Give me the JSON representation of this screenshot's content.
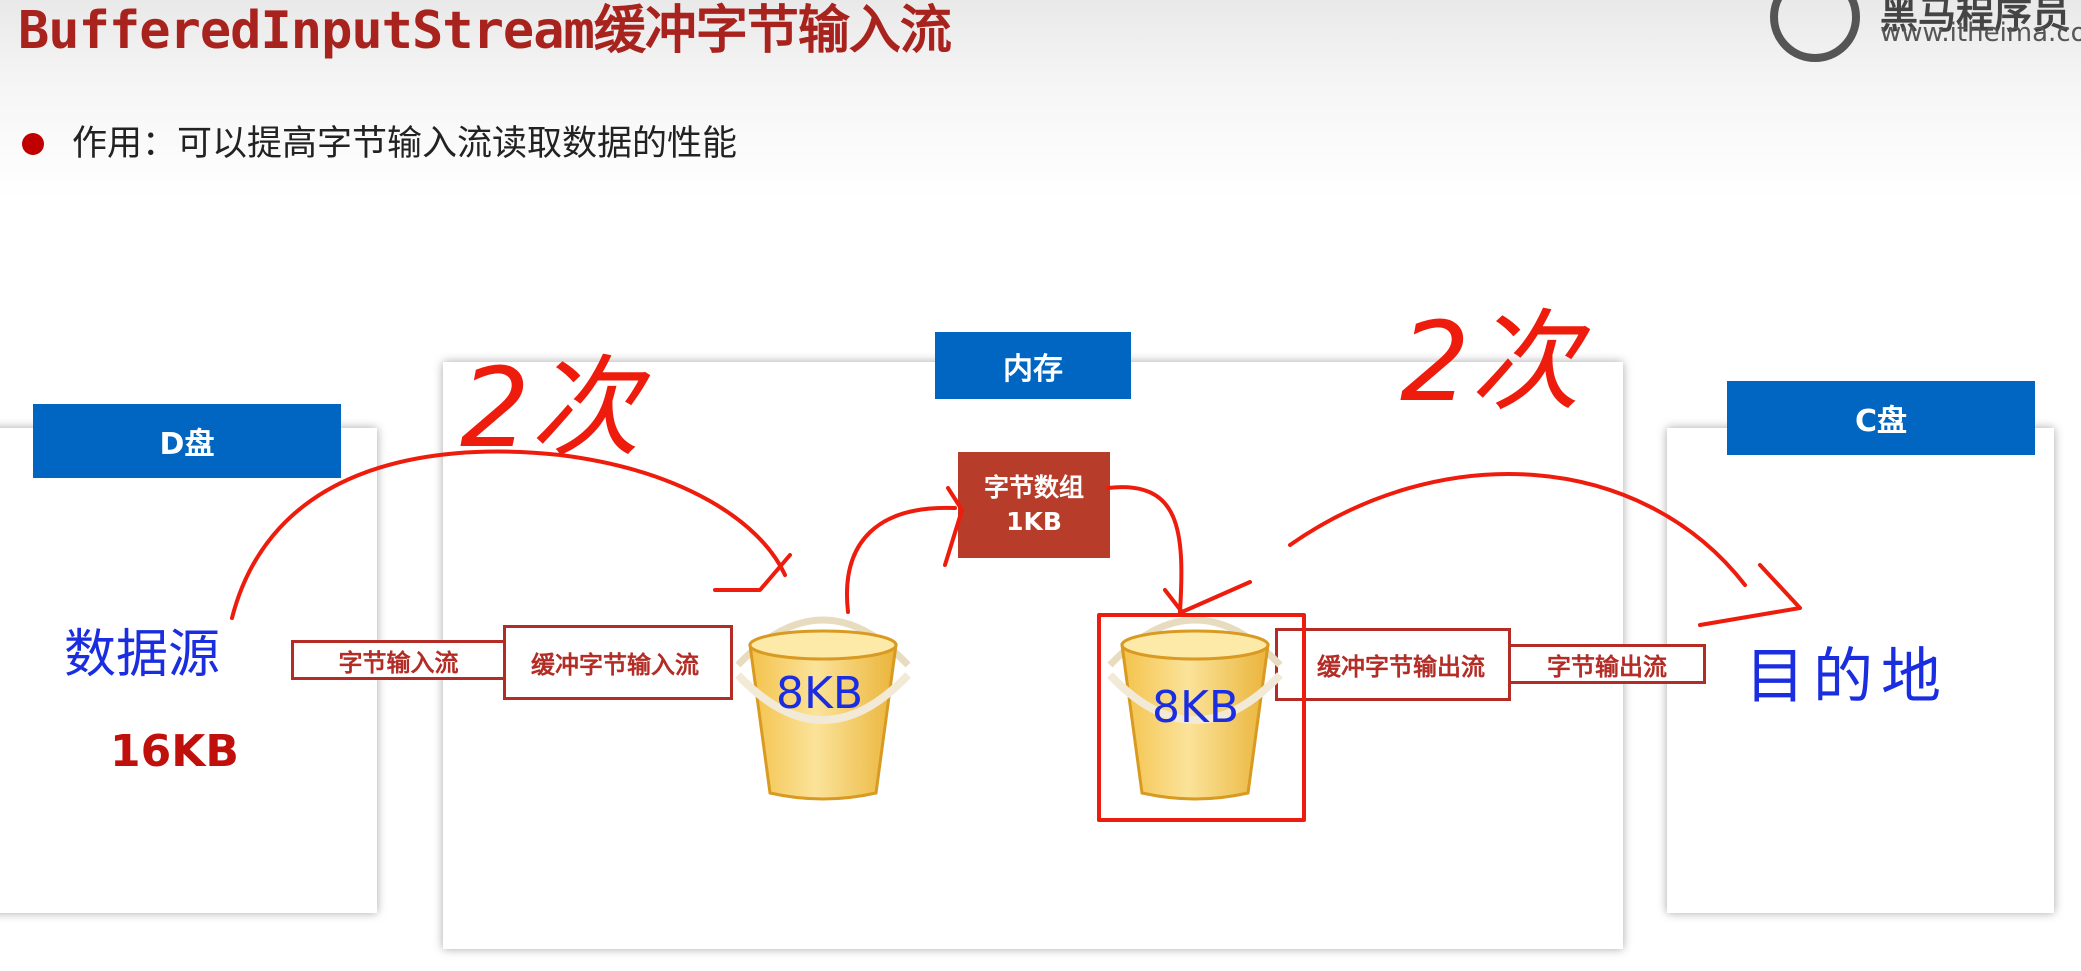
{
  "slide": {
    "title": "BufferedInputStream缓冲字节输入流",
    "bullet": "作用：可以提高字节输入流读取数据的性能",
    "logo": {
      "name": "黑马程序员",
      "url": "www.itheima.com"
    }
  },
  "diagram": {
    "source_drive": "D盘",
    "memory": "内存",
    "target_drive": "C盘",
    "byte_array": {
      "line1": "字节数组",
      "line2": "1KB"
    },
    "source_label": "数据源",
    "source_size": "16KB",
    "byte_input_stream": "字节输入流",
    "buffered_input_stream": "缓冲字节输入流",
    "buffered_output_stream": "缓冲字节输出流",
    "byte_output_stream": "字节输出流",
    "left_bucket_size": "8KB",
    "right_bucket_size": "8KB",
    "destination_label": "目的地",
    "left_annotation": "2次",
    "right_annotation": "2次"
  },
  "colors": {
    "title": "#a9231e",
    "blue_label": "#0066c2",
    "red_box": "#b32d26",
    "byte_array": "#b73c2a",
    "handwriting_red": "#ee1c0c",
    "handwriting_blue": "#1a2de0"
  },
  "icons": [
    "bullet-dot-icon",
    "logo-icon",
    "bucket-icon",
    "arrow-icon"
  ]
}
